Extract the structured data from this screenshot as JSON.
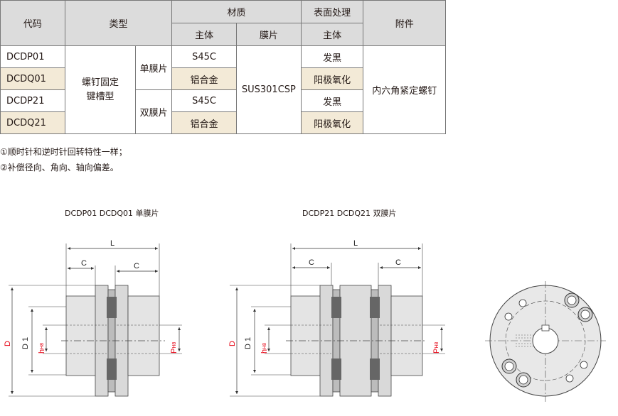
{
  "table": {
    "header": {
      "code": "代码",
      "type": "类型",
      "material": "材质",
      "surface": "表面处理",
      "accessory": "附件",
      "body": "主体",
      "membrane": "膜片",
      "surface_body": "主体"
    },
    "codes": [
      "DCDP01",
      "DCDQ01",
      "DCDP21",
      "DCDQ21"
    ],
    "type_line1": "螺钉固定",
    "type_line2": "键槽型",
    "single": "单膜片",
    "double": "双膜片",
    "body_materials": [
      "S45C",
      "铝合金",
      "S45C",
      "铝合金"
    ],
    "membrane_material": "SUS301CSP",
    "treatments": [
      "发黑",
      "阳极氧化",
      "发黑",
      "阳极氧化"
    ],
    "accessory_value": "内六角紧定螺钉"
  },
  "notes": [
    "①顺时针和逆时针回转特性一样；",
    "②补偿径向、角向、轴向偏差。"
  ],
  "captions": {
    "single": "DCDP01  DCDQ01  单膜片",
    "double": "DCDP21 DCDQ21  双膜片"
  },
  "dims": {
    "L": "L",
    "C": "C",
    "D": "D",
    "D1": "D 1",
    "h": "h",
    "h_sub": "H8",
    "P": "P",
    "P_sub": "H8"
  },
  "colors": {
    "header": "#dcdcdc",
    "highlight": "#f3ead7",
    "dim_red": "#e60012"
  }
}
